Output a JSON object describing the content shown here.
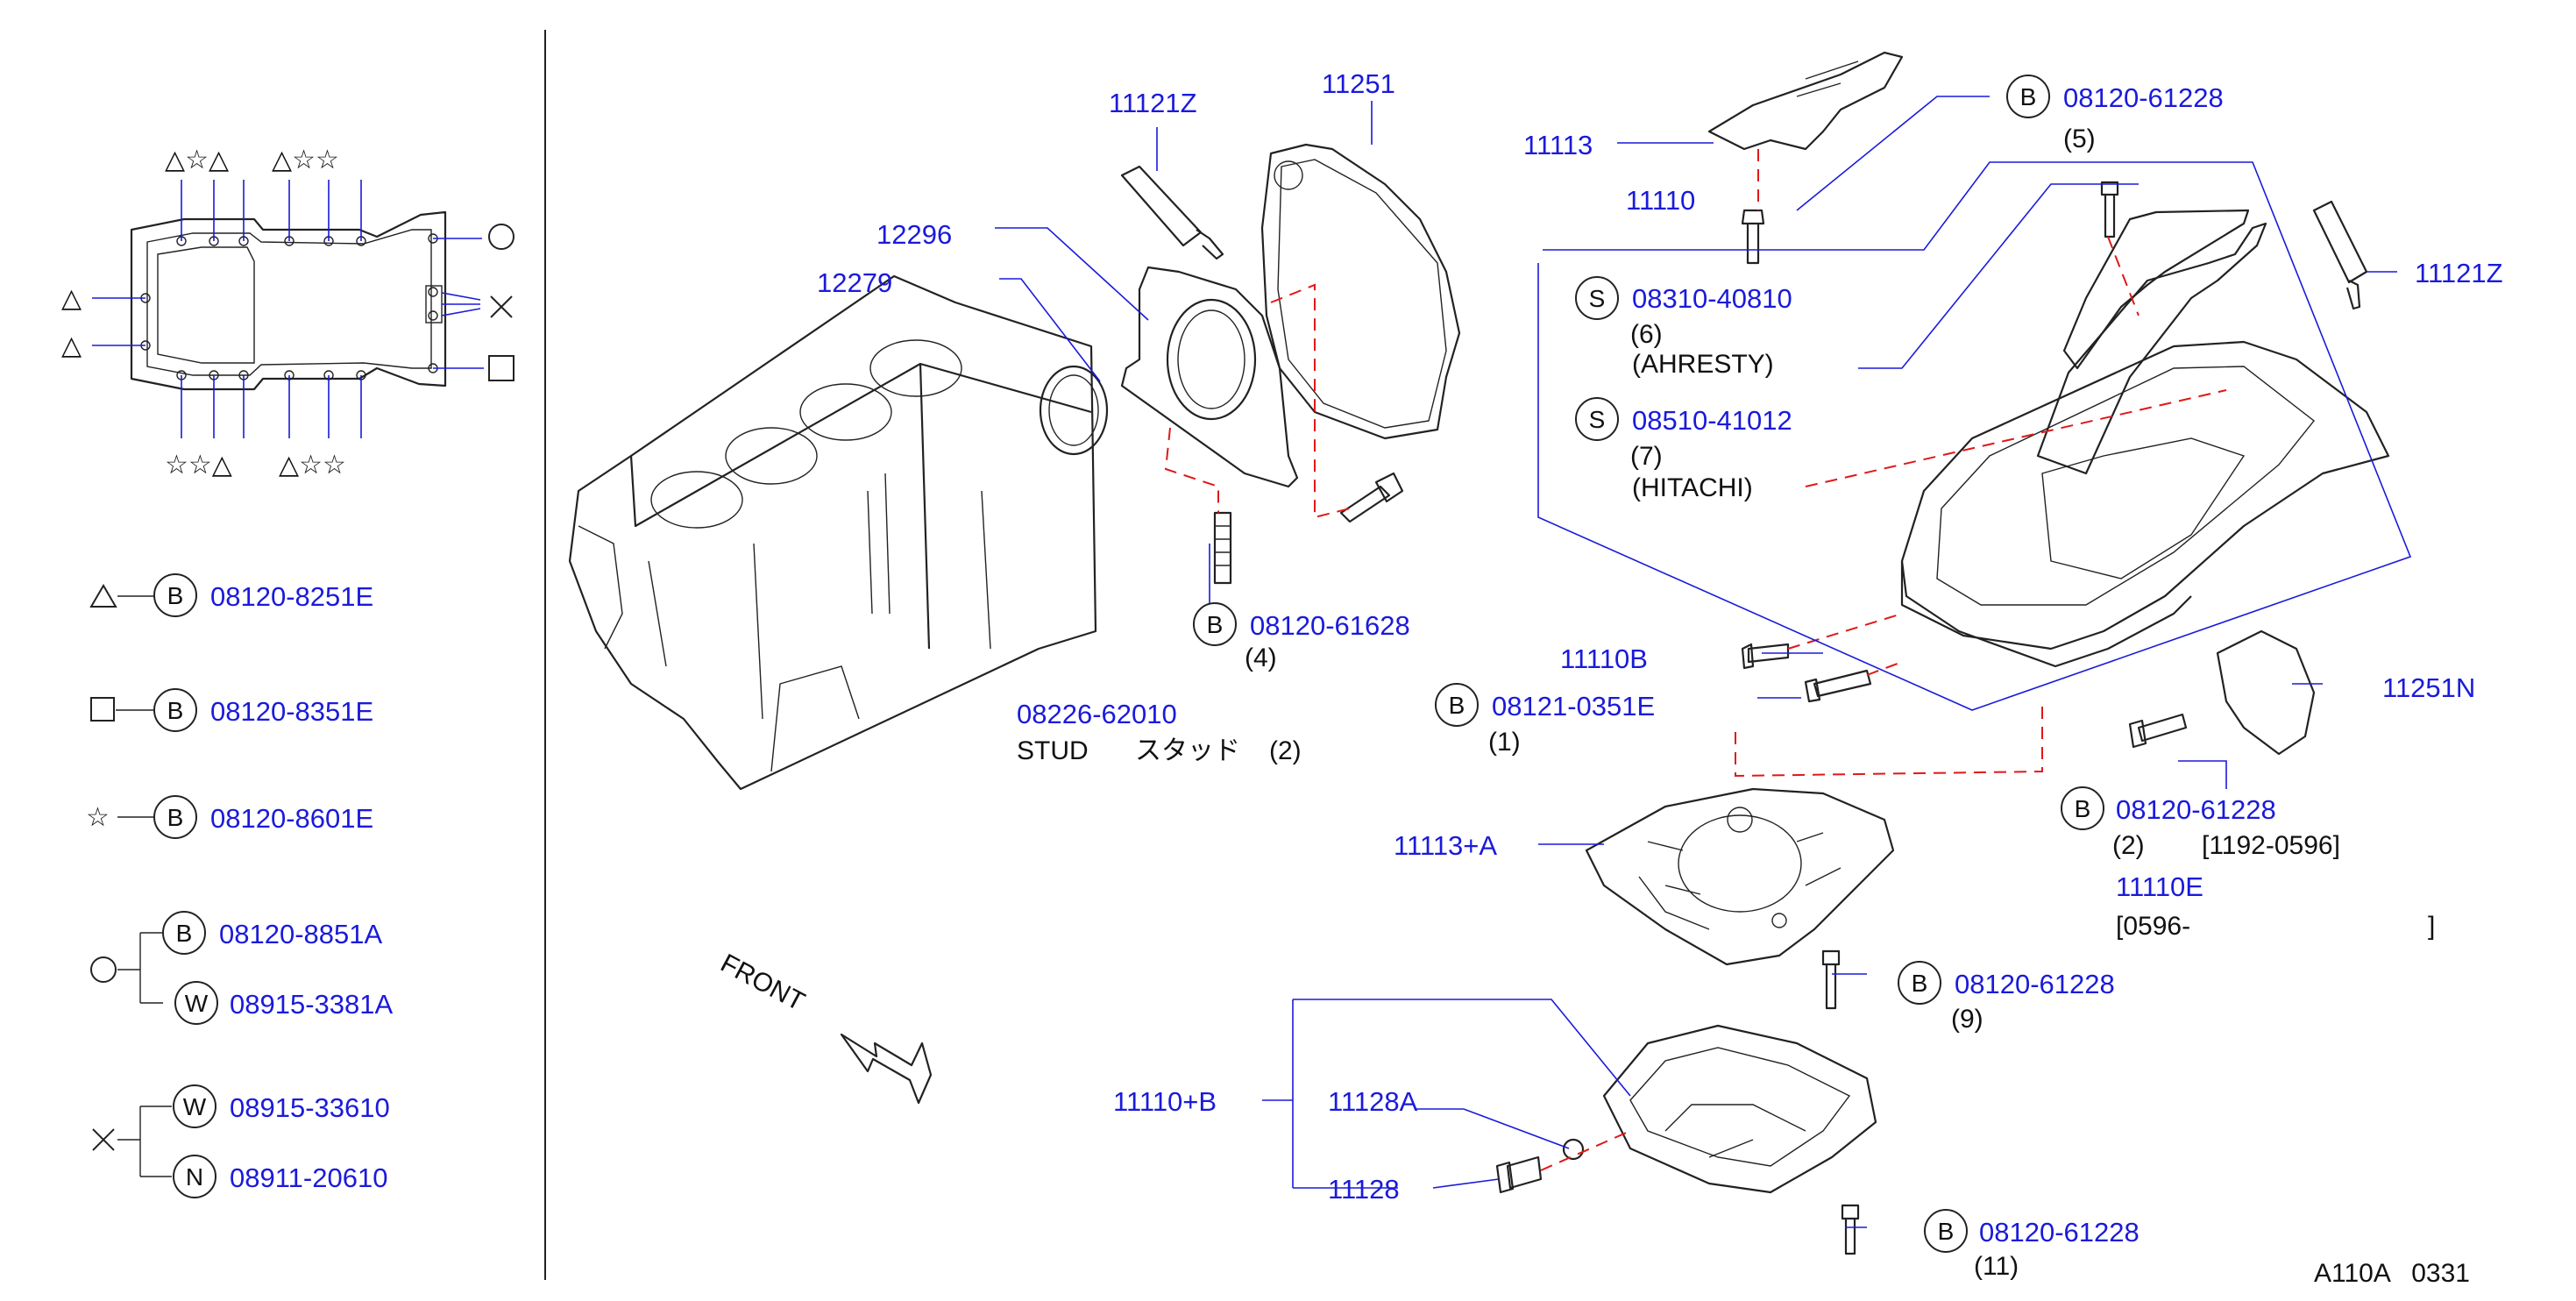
{
  "legend": {
    "triangle": {
      "letter": "B",
      "part": "08120-8251E"
    },
    "square": {
      "letter": "B",
      "part": "08120-8351E"
    },
    "star": {
      "letter": "B",
      "part": "08120-8601E"
    },
    "circle": [
      {
        "letter": "B",
        "part": "08120-8851A"
      },
      {
        "letter": "W",
        "part": "08915-3381A"
      }
    ],
    "cross": [
      {
        "letter": "W",
        "part": "08915-33610"
      },
      {
        "letter": "N",
        "part": "08911-20610"
      }
    ]
  },
  "callouts": {
    "p11121Z_a": "11121Z",
    "p11251": "11251",
    "p12296": "12296",
    "p12279": "12279",
    "p11113": "11113",
    "p11110": "11110",
    "b_08120_61228_top": {
      "letter": "B",
      "part": "08120-61228",
      "qty": "(5)"
    },
    "s_08310": {
      "letter": "S",
      "part": "08310-40810",
      "qty": "(6)",
      "note": "(AHRESTY)"
    },
    "s_08510": {
      "letter": "S",
      "part": "08510-41012",
      "qty": "(7)",
      "note": "(HITACHI)"
    },
    "p11121Z_b": "11121Z",
    "b_08120_61628": {
      "letter": "B",
      "part": "08120-61628",
      "qty": "(4)"
    },
    "stud": {
      "part": "08226-62010",
      "desc": "STUD",
      "jp": "スタッド",
      "qty": "(2)"
    },
    "p11110B": "11110B",
    "b_08121": {
      "letter": "B",
      "part": "08121-0351E",
      "qty": "(1)"
    },
    "p11251N": "11251N",
    "b_08120_61228_mid": {
      "letter": "B",
      "part": "08120-61228",
      "qty": "(2)",
      "range": "[1192-0596]"
    },
    "p11110E": "11110E",
    "range2": "[0596-",
    "range2_end": "]",
    "p11113A": "11113+A",
    "b_08120_61228_9": {
      "letter": "B",
      "part": "08120-61228",
      "qty": "(9)"
    },
    "front": "FRONT",
    "p11110plusB": "11110+B",
    "p11128A": "11128A",
    "p11128": "11128",
    "b_08120_61228_11": {
      "letter": "B",
      "part": "08120-61228",
      "qty": "(11)"
    },
    "code": "A110A   0331"
  },
  "colors": {
    "part_number": "#1a1adb",
    "leader": "#1a1adb",
    "phantom": "#e01818",
    "outline": "#222222"
  }
}
